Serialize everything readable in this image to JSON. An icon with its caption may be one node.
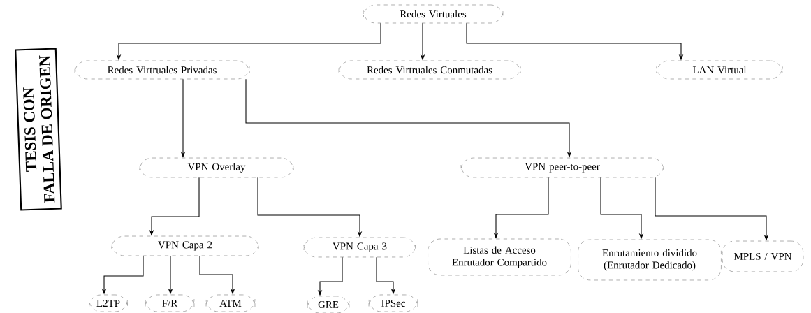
{
  "diagram": {
    "nodes": [
      {
        "text": [
          "Redes Virtuales"
        ]
      },
      {
        "text": [
          "Redes Virtruales Privadas"
        ]
      },
      {
        "text": [
          "Redes Virtruales Conmutadas"
        ]
      },
      {
        "text": [
          "LAN Virtual"
        ]
      },
      {
        "text": [
          "VPN Overlay"
        ]
      },
      {
        "text": [
          "VPN peer-to-peer"
        ]
      },
      {
        "text": [
          "VPN Capa 2"
        ]
      },
      {
        "text": [
          "VPN Capa 3"
        ]
      },
      {
        "text": [
          "Listas de Acceso Enrutador Compartido"
        ]
      },
      {
        "text": [
          "Enrutamiento dividido (Enrutador Dedicado)"
        ]
      },
      {
        "text": [
          "MPLS / VPN"
        ]
      },
      {
        "text": [
          "L2TP"
        ]
      },
      {
        "text": [
          "F/R"
        ]
      },
      {
        "text": [
          "ATM"
        ]
      },
      {
        "text": [
          "GRE"
        ]
      },
      {
        "text": [
          "IPSec"
        ]
      }
    ],
    "edges": [
      {
        "from": 0,
        "to": 1,
        "arrow": "to"
      },
      {
        "from": 0,
        "to": 2,
        "arrow": "to"
      },
      {
        "from": 0,
        "to": 3,
        "arrow": "to"
      },
      {
        "from": 1,
        "to": 4,
        "arrow": "to"
      },
      {
        "from": 1,
        "to": 5,
        "arrow": "to"
      },
      {
        "from": 4,
        "to": 6,
        "arrow": "to"
      },
      {
        "from": 4,
        "to": 7,
        "arrow": "to"
      },
      {
        "from": 5,
        "to": 8,
        "arrow": "to"
      },
      {
        "from": 5,
        "to": 9,
        "arrow": "to"
      },
      {
        "from": 5,
        "to": 10,
        "arrow": "to"
      },
      {
        "from": 6,
        "to": 11,
        "arrow": "to"
      },
      {
        "from": 6,
        "to": 12,
        "arrow": "to"
      },
      {
        "from": 6,
        "to": 13,
        "arrow": "to"
      },
      {
        "from": 7,
        "to": 14,
        "arrow": "to"
      },
      {
        "from": 7,
        "to": 15,
        "arrow": "to"
      }
    ],
    "labels": [
      "TESIS CON",
      "FALLA DE ORIGEN"
    ]
  }
}
